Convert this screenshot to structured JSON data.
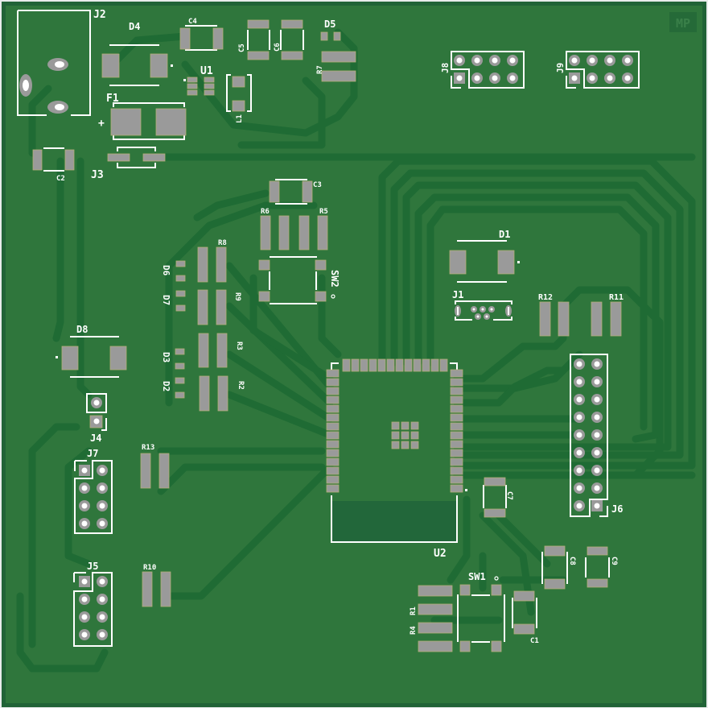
{
  "board": {
    "colors": {
      "substrate": "#2f763c",
      "edge": "#216337",
      "trace": "#1f6b34",
      "pad": "#9a9a9a",
      "silkscreen": "#ffffff",
      "background": "#e9ecec"
    },
    "logo": "MP",
    "components": {
      "J2": "J2",
      "D4": "D4",
      "C4": "C4",
      "U1": "U1",
      "F1": "F1",
      "F1_polarity": "+",
      "C2": "C2",
      "J3": "J3",
      "C5": "C5",
      "C6": "C6",
      "D5": "D5",
      "R7": "R7",
      "L1": "L1",
      "J8": "J8",
      "J9": "J9",
      "C3": "C3",
      "R6": "R6",
      "R5": "R5",
      "R8": "R8",
      "R9": "R9",
      "R3": "R3",
      "R2": "R2",
      "D6": "D6",
      "D7": "D7",
      "D3": "D3",
      "D2": "D2",
      "SW2": "SW2",
      "D1": "D1",
      "J1": "J1",
      "R12": "R12",
      "R11": "R11",
      "D8": "D8",
      "J4": "J4",
      "J7": "J7",
      "R13": "R13",
      "J5": "J5",
      "R10": "R10",
      "U2": "U2",
      "J6": "J6",
      "C7": "C7",
      "SW1": "SW1",
      "R1": "R1",
      "R4": "R4",
      "C1": "C1",
      "C8": "C8",
      "C9": "C9"
    }
  }
}
